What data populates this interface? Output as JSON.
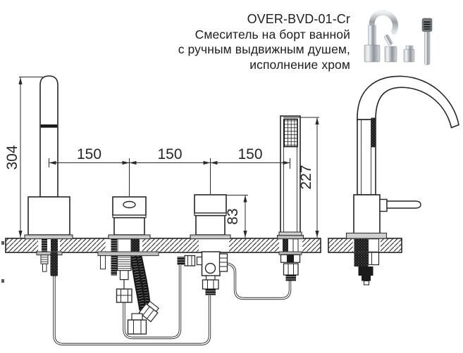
{
  "header": {
    "model": "OVER-BVD-01-Cr",
    "description_lines": [
      "Смеситель на борт ванной",
      "с ручным выдвижным душем,",
      "исполнение хром"
    ]
  },
  "drawing": {
    "dims": {
      "spout_height": "304",
      "spacing_left": "150",
      "spacing_middle": "150",
      "spacing_right": "150",
      "shower_height": "227",
      "handle_height": "83"
    }
  },
  "colors": {
    "line": "#2a2a2a",
    "gray_fill": "#c9c9c9",
    "dark_fill": "#1b1b1b",
    "chrome": "#b6babf"
  }
}
